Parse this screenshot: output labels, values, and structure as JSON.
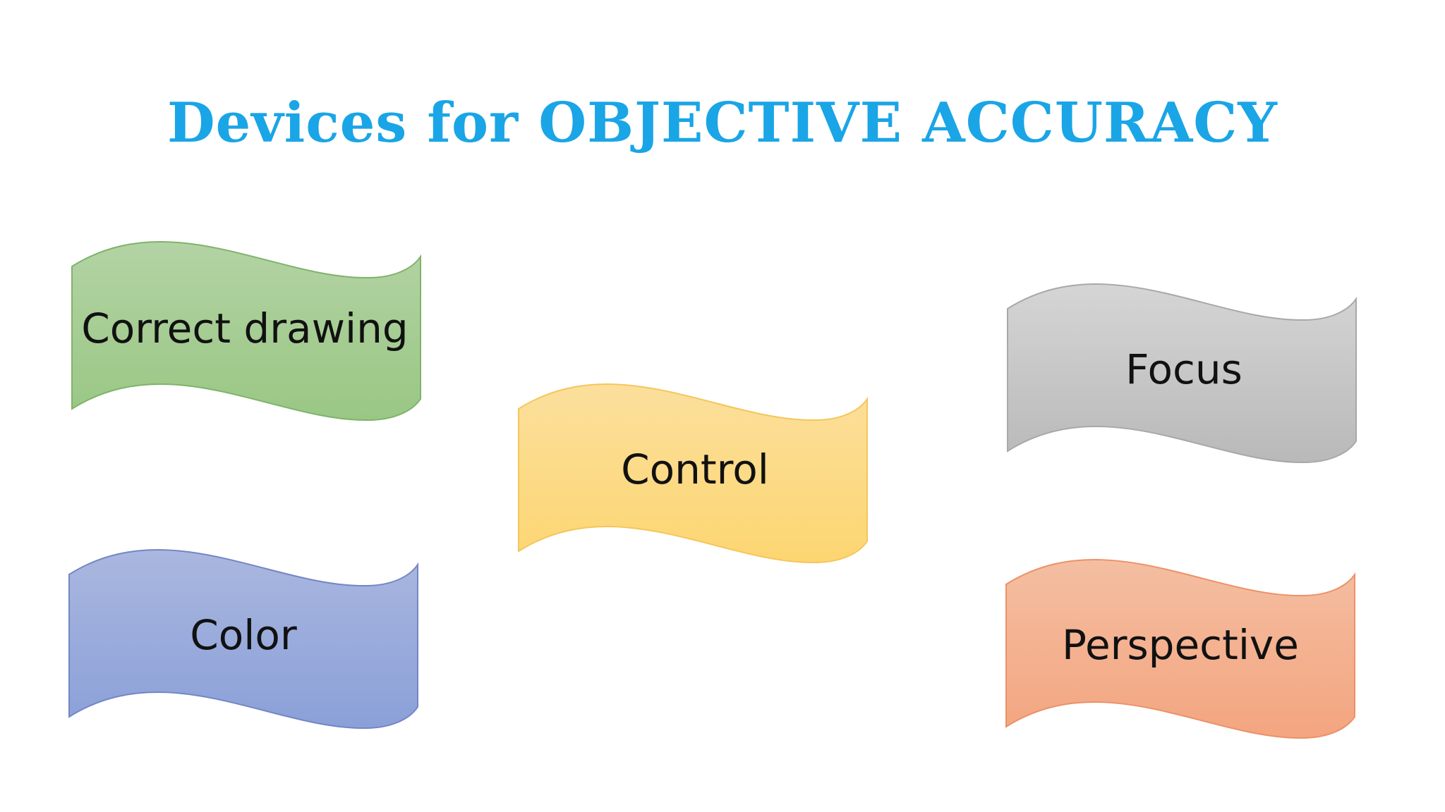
{
  "slide": {
    "title": "Devices for OBJECTIVE ACCURACY"
  },
  "banners": [
    {
      "id": "correct-drawing",
      "label": "Correct drawing",
      "color_top": "#b3d3a4",
      "color_bottom": "#99c784",
      "stroke": "#7fb36a"
    },
    {
      "id": "control",
      "label": "Control",
      "color_top": "#fbdf9c",
      "color_bottom": "#fdd672",
      "stroke": "#f4c65a"
    },
    {
      "id": "focus",
      "label": "Focus",
      "color_top": "#d5d5d5",
      "color_bottom": "#b9b9b9",
      "stroke": "#a8a8a8"
    },
    {
      "id": "color",
      "label": "Color",
      "color_top": "#aab7df",
      "color_bottom": "#8aa0d8",
      "stroke": "#7386c4"
    },
    {
      "id": "perspective",
      "label": "Perspective",
      "color_top": "#f4bea2",
      "color_bottom": "#f3a57f",
      "stroke": "#ec9167"
    }
  ]
}
